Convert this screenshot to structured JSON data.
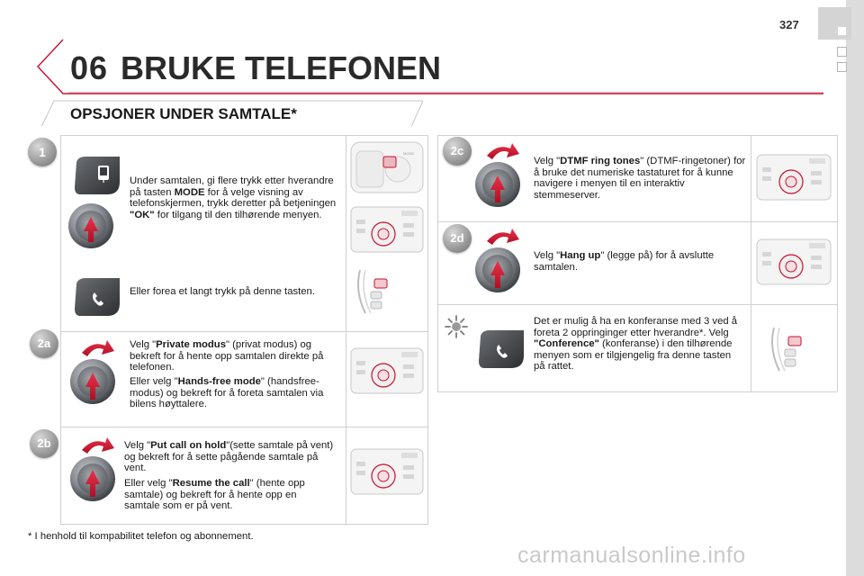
{
  "page_number": "327",
  "chapter": {
    "number": "06",
    "title": "BRUKE TELEFONEN"
  },
  "section_title": "OPSJONER UNDER SAMTALE*",
  "steps": {
    "s1": {
      "badge": "1",
      "text_a": "Under samtalen, gi flere trykk etter hverandre på tasten ",
      "bold_a": "MODE",
      "text_b": " for å velge visning av telefonskjermen, trykk deretter på betjeningen ",
      "bold_b": "\"OK\"",
      "text_c": " for tilgang til den tilhørende menyen.",
      "alt_text": "Eller forea et langt trykk på denne tasten."
    },
    "s2a": {
      "badge": "2a",
      "p1_a": "Velg \"",
      "p1_bold": "Private modus",
      "p1_b": "\" (privat modus) og bekreft for å hente opp samtalen direkte på telefonen.",
      "p2_a": "Eller velg \"",
      "p2_bold": "Hands-free mode",
      "p2_b": "\" (handsfree-modus) og bekreft for å foreta samtalen via bilens høyttalere."
    },
    "s2b": {
      "badge": "2b",
      "p1_a": "Velg \"",
      "p1_bold": "Put call on hold",
      "p1_b": "\"(sette samtale på vent) og bekreft for å sette pågående samtale på vent.",
      "p2_a": "Eller velg \"",
      "p2_bold": "Resume the call",
      "p2_b": "\" (hente opp samtale) og bekreft for å hente opp en samtale som er på vent."
    },
    "s2c": {
      "badge": "2c",
      "p1_a": "Velg \"",
      "p1_bold": "DTMF ring tones",
      "p1_b": "\" (DTMF-ringetoner) for å bruke det numeriske tastaturet for å kunne navigere i menyen til en interaktiv stemmeserver."
    },
    "s2d": {
      "badge": "2d",
      "p1_a": "Velg \"",
      "p1_bold": "Hang up",
      "p1_b": "\" (legge på) for å avslutte samtalen."
    },
    "tip": {
      "icon": "sun-icon",
      "p1_a": "Det er mulig å ha en konferanse med 3 ved å foreta 2 oppringinger etter hverandre*. Velg ",
      "p1_bold": "\"Conference\"",
      "p1_b": " (konferanse) i den tilhørende menyen som er tilgjengelig fra denne tasten på rattet."
    }
  },
  "footnote": {
    "star": "*",
    "text": " I henhold til kompabilitet telefon og abonnement."
  },
  "watermark": "carmanualsonline.info",
  "colors": {
    "accent_red": "#c8102e",
    "badge_gray": "#8d8d8d",
    "rule_gray": "#d0d0d0"
  }
}
